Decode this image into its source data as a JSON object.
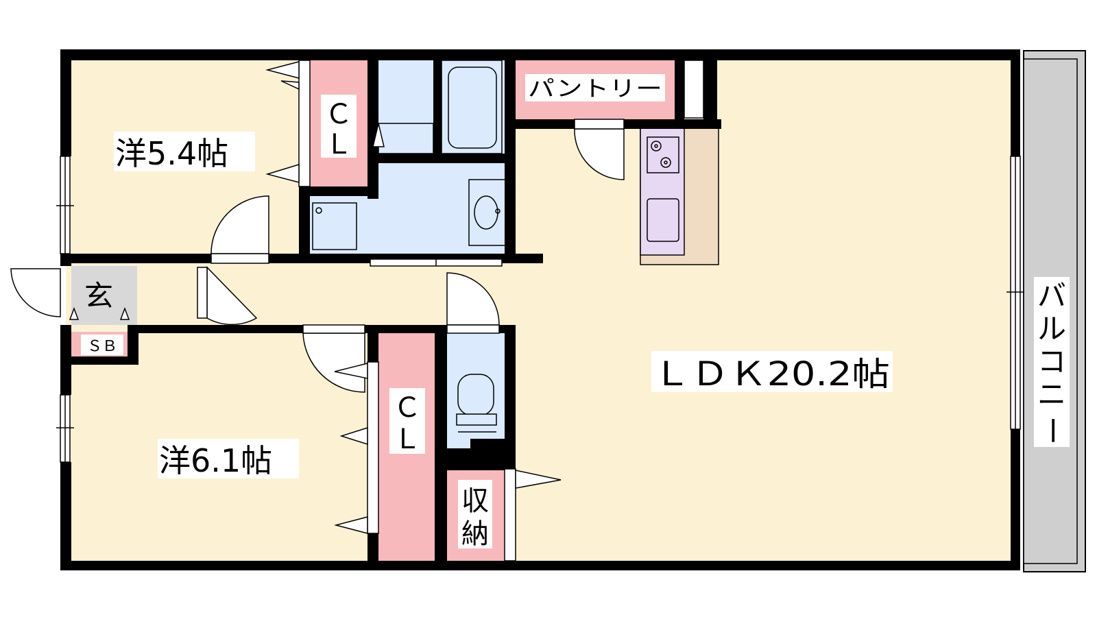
{
  "rooms": {
    "western_1": "洋5.4帖",
    "western_2": "洋6.1帖",
    "ldk": "ＬＤＫ20.2帖",
    "closet_top": [
      "Ｃ",
      "Ｌ"
    ],
    "closet_bottom": [
      "Ｃ",
      "Ｌ"
    ],
    "pantry": "パントリー",
    "entrance": "玄",
    "shoe_box": "ＳＢ",
    "storage": [
      "収",
      "納"
    ],
    "balcony": [
      "バ",
      "ル",
      "コ",
      "ニ",
      "ー"
    ]
  },
  "colors": {
    "room_floor": "#fdf1d4",
    "closet": "#f7b9bb",
    "wet_area": "#dbeafc",
    "kitchen_counter": "#e7d9f4",
    "kitchen_top": "#efdcc2",
    "balcony": "#cfcfcf",
    "entrance": "#d8d8d8",
    "wall": "#000000"
  }
}
